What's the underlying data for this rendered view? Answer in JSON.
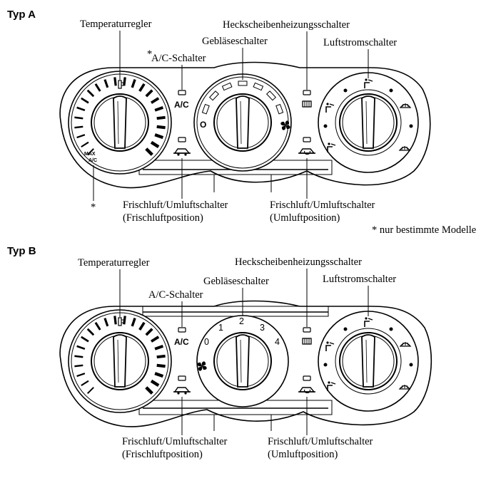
{
  "sections": [
    {
      "title": "Typ A",
      "labels": {
        "temp": "Temperaturregler",
        "ac": "A/C-Schalter",
        "ac_mark": "*",
        "blower": "Gebläseschalter",
        "rear": "Heckscheibenheizungsschalter",
        "airflow": "Luftstromschalter",
        "fresh_line1": "Frischluft/Umluftschalter",
        "fresh_line2": "(Frischluftposition)",
        "recirc_line1": "Frischluft/Umluftschalter",
        "recirc_line2": "(Umluftposition)",
        "max_line1": "MAX",
        "max_line2": "A/C",
        "star": "*"
      },
      "button_text": "A/C",
      "blower_low": "O"
    },
    {
      "title": "Typ B",
      "labels": {
        "temp": "Temperaturregler",
        "ac": "A/C-Schalter",
        "blower": "Gebläseschalter",
        "rear": "Heckscheibenheizungsschalter",
        "airflow": "Luftstromschalter",
        "fresh_line1": "Frischluft/Umluftschalter",
        "fresh_line2": "(Frischluftposition)",
        "recirc_line1": "Frischluft/Umluftschalter",
        "recirc_line2": "(Umluftposition)"
      },
      "button_text": "A/C",
      "blower_steps": [
        "0",
        "1",
        "2",
        "3",
        "4"
      ]
    }
  ],
  "footnote": "* nur bestimmte Modelle"
}
